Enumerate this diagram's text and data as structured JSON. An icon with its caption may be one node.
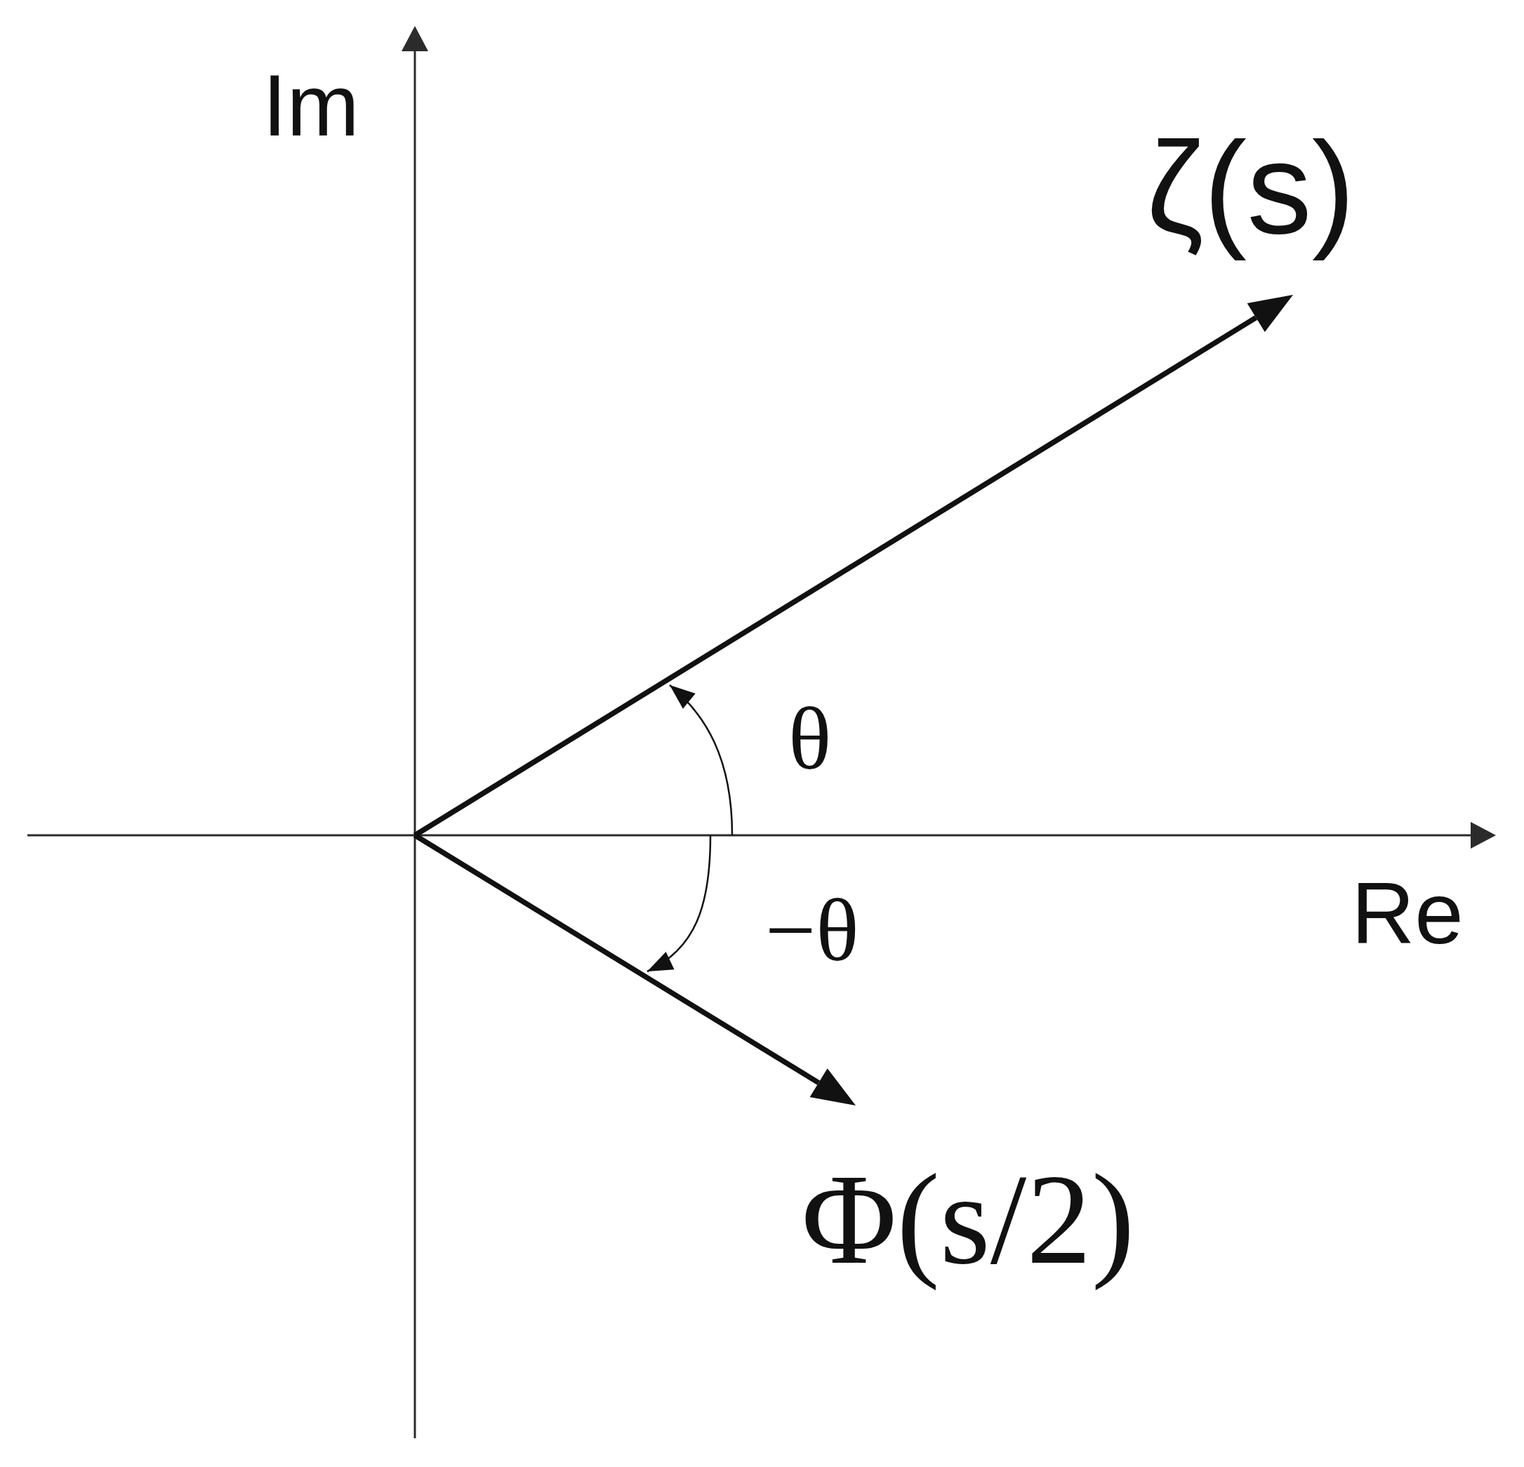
{
  "diagram": {
    "labels": [
      "Im",
      "ζ(s)",
      "θ",
      "Re",
      "−θ",
      "Φ(s/2)"
    ]
  }
}
